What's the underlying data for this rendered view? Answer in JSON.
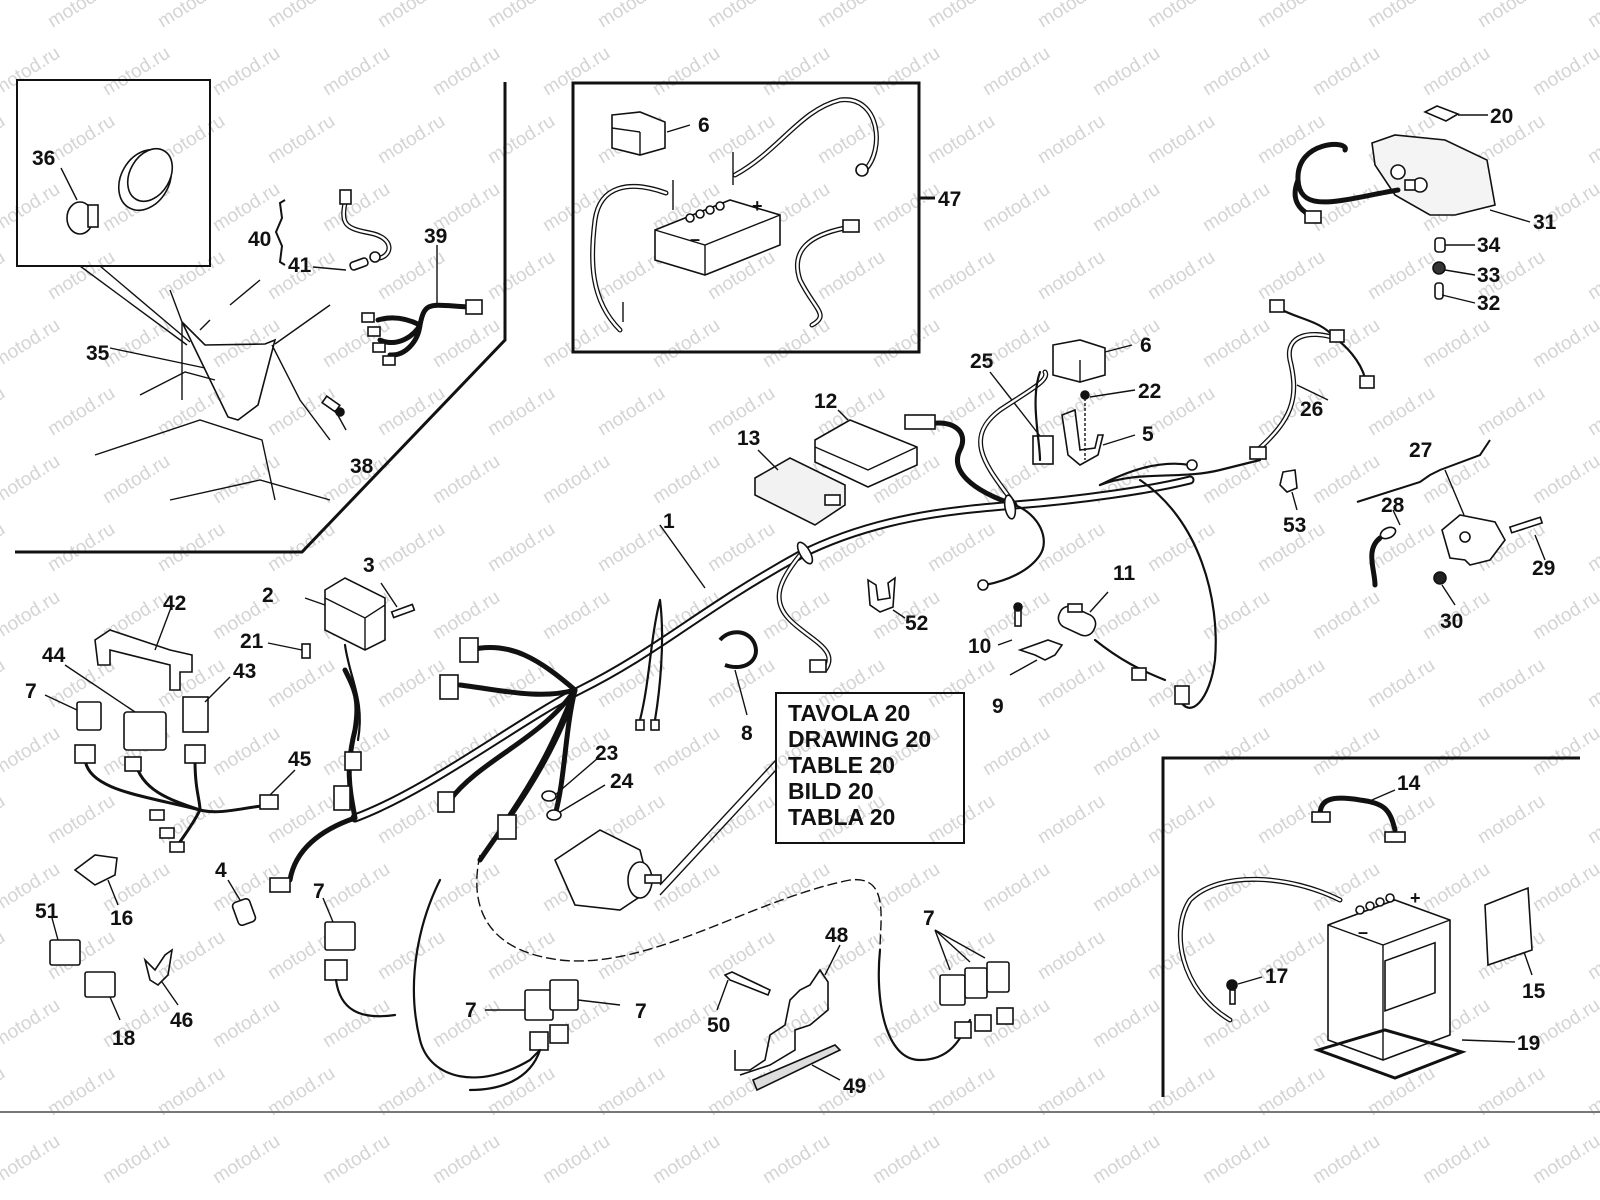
{
  "watermark": "motod.ru",
  "title_box": {
    "lines": [
      "TAVOLA 20",
      "DRAWING 20",
      "TABLE 20",
      "BILD 20",
      "TABLA 20"
    ]
  },
  "callouts": {
    "c1": "1",
    "c2": "2",
    "c3": "3",
    "c4": "4",
    "c5": "5",
    "c6a": "6",
    "c6b": "6",
    "c7a": "7",
    "c7b": "7",
    "c7c": "7",
    "c7d": "7",
    "c7e": "7",
    "c8": "8",
    "c9": "9",
    "c10": "10",
    "c11": "11",
    "c12": "12",
    "c13": "13",
    "c14": "14",
    "c15": "15",
    "c16": "16",
    "c17": "17",
    "c18": "18",
    "c19": "19",
    "c20": "20",
    "c21": "21",
    "c22": "22",
    "c23": "23",
    "c24": "24",
    "c25": "25",
    "c26": "26",
    "c27": "27",
    "c28": "28",
    "c29": "29",
    "c30": "30",
    "c31": "31",
    "c32": "32",
    "c33": "33",
    "c34": "34",
    "c35": "35",
    "c36": "36",
    "c38": "38",
    "c39": "39",
    "c40": "40",
    "c41": "41",
    "c42": "42",
    "c43": "43",
    "c44": "44",
    "c45": "45",
    "c46": "46",
    "c47": "47",
    "c48": "48",
    "c49": "49",
    "c50": "50",
    "c51": "51",
    "c52": "52",
    "c53": "53"
  },
  "battery": {
    "plus": "+",
    "minus": "–"
  }
}
